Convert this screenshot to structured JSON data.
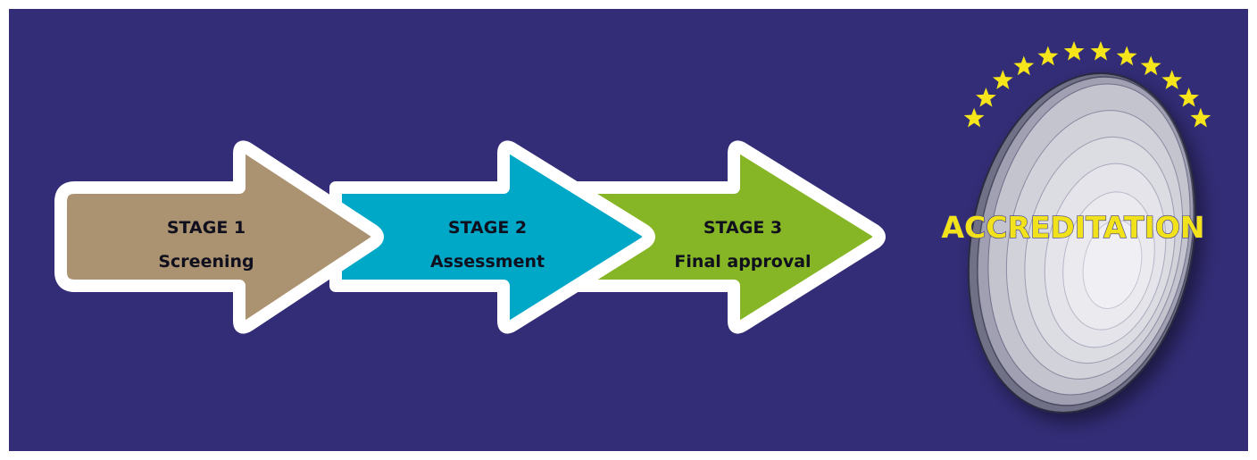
{
  "stages": [
    {
      "number_label": "STAGE 1",
      "name": "Screening",
      "color": "#ab9270"
    },
    {
      "number_label": "STAGE 2",
      "name": "Assessment",
      "color": "#00a8c8"
    },
    {
      "number_label": "STAGE 3",
      "name": "Final approval",
      "color": "#86b625"
    }
  ],
  "accreditation": {
    "label": "ACCREDITATION",
    "star_count": 12,
    "star_color": "#f5e51a",
    "label_color": "#f2e21b"
  },
  "colors": {
    "background": "#332d77",
    "arrow_outline": "#ffffff",
    "text": "#0f0f1e"
  }
}
